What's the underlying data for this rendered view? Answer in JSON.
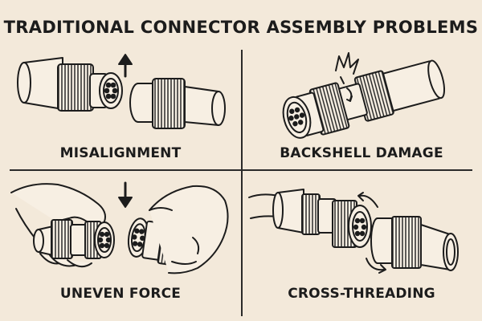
{
  "title": "TRADITIONAL CONNECTOR ASSEMBLY PROBLEMS",
  "panels": [
    {
      "label": "MISALIGNMENT"
    },
    {
      "label": "BACKSHELL DAMAGE"
    },
    {
      "label": "UNEVEN FORCE"
    },
    {
      "label": "CROSS-THREADING"
    }
  ],
  "colors": {
    "background": "#f3e9da",
    "ink": "#1c1c1c",
    "fill": "#f7efe3"
  },
  "icons": [
    "up-arrow-icon",
    "impact-burst-icon",
    "rotation-arrow-icon",
    "down-arrow-icon",
    "hand-icon"
  ]
}
